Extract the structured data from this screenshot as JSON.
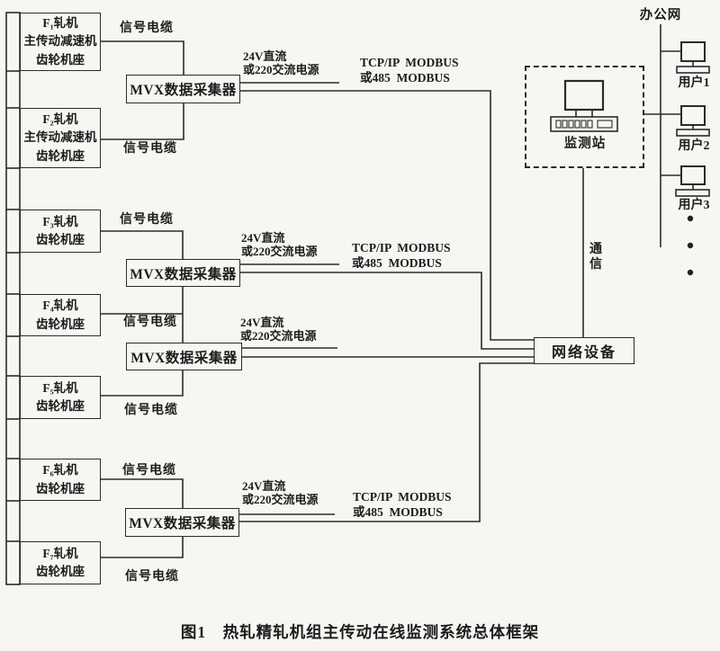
{
  "labels": {
    "signal_cable": "信号电缆",
    "power": "24V直流\n或220交流电源",
    "tcpip": "TCP/IP  MODBUS\n或485  MODBUS",
    "mvx": "MVX数据采集器",
    "monitor_station": "监测站",
    "network_device": "网络设备",
    "office_network": "办公网",
    "comm": "通\n信",
    "caption": "图1　热轧精轧机组主传动在线监测系统总体框架"
  },
  "gear_boxes": [
    {
      "label": "F₁轧机\n主传动减速机\n齿轮机座"
    },
    {
      "label": "F₂轧机\n主传动减速机\n齿轮机座"
    },
    {
      "label": "F₃轧机\n齿轮机座"
    },
    {
      "label": "F₄轧机\n齿轮机座"
    },
    {
      "label": "F₅轧机\n齿轮机座"
    },
    {
      "label": "F₆轧机\n齿轮机座"
    },
    {
      "label": "F₇轧机\n齿轮机座"
    }
  ],
  "users": [
    {
      "label": "用户1"
    },
    {
      "label": "用户2"
    },
    {
      "label": "用户3"
    }
  ],
  "colors": {
    "line": "#2b2b2b",
    "text": "#1c1c1c",
    "background": "#f7f6f3"
  }
}
